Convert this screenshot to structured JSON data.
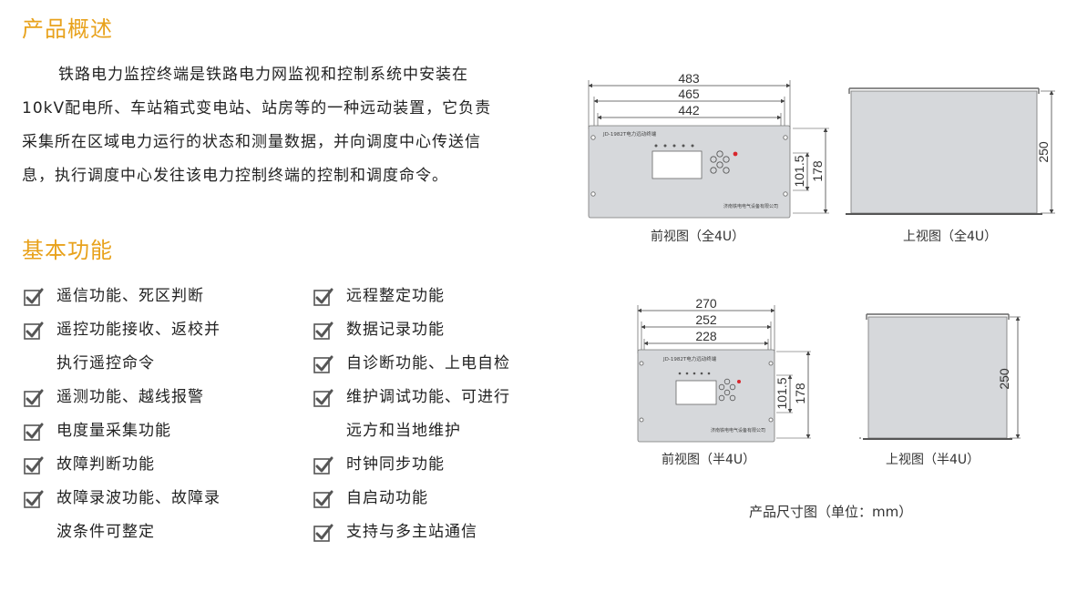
{
  "section_overview": {
    "title": "产品概述",
    "lines": [
      "铁路电力监控终端是铁路电力网监视和控制系统中安装在",
      "10kV配电所、车站箱式变电站、站房等的一种远动装置，它负责",
      "采集所在区域电力运行的状态和测量数据，并向调度中心传送信",
      "息，执行调度中心发往该电力控制终端的控制和调度命令。"
    ]
  },
  "section_functions": {
    "title": "基本功能",
    "left": [
      {
        "lines": [
          "遥信功能、死区判断"
        ]
      },
      {
        "lines": [
          "遥控功能接收、返校并",
          "执行遥控命令"
        ]
      },
      {
        "lines": [
          "遥测功能、越线报警"
        ]
      },
      {
        "lines": [
          "电度量采集功能"
        ]
      },
      {
        "lines": [
          "故障判断功能"
        ]
      },
      {
        "lines": [
          "故障录波功能、故障录",
          "波条件可整定"
        ]
      }
    ],
    "right": [
      {
        "lines": [
          "远程整定功能"
        ]
      },
      {
        "lines": [
          "数据记录功能"
        ]
      },
      {
        "lines": [
          "自诊断功能、上电自检"
        ]
      },
      {
        "lines": [
          "维护调试功能、可进行",
          "远方和当地维护"
        ]
      },
      {
        "lines": [
          "时钟同步功能"
        ]
      },
      {
        "lines": [
          "自启动功能"
        ]
      },
      {
        "lines": [
          "支持与多主站通信"
        ]
      }
    ]
  },
  "drawings": {
    "full": {
      "front_caption": "前视图（全4U）",
      "top_caption": "上视图（全4U）",
      "dim_483": "483",
      "dim_465": "465",
      "dim_442": "442",
      "dim_101": "101.5",
      "dim_178": "178",
      "dim_250": "250",
      "panel_title": "JD-1982T电力远动终端",
      "maker": "济南铁电电气设备有限公司"
    },
    "half": {
      "front_caption": "前视图（半4U）",
      "top_caption": "上视图（半4U）",
      "dim_270": "270",
      "dim_252": "252",
      "dim_228": "228",
      "dim_101": "101.5",
      "dim_178": "178",
      "dim_250": "250",
      "panel_title": "JD-1982T电力远动终端",
      "maker": "济南铁电电气设备有限公司"
    },
    "caption": "产品尺寸图（单位：mm）"
  },
  "colors": {
    "accent": "#e8a21c",
    "panel": "#d6d8db",
    "text": "#222222"
  }
}
